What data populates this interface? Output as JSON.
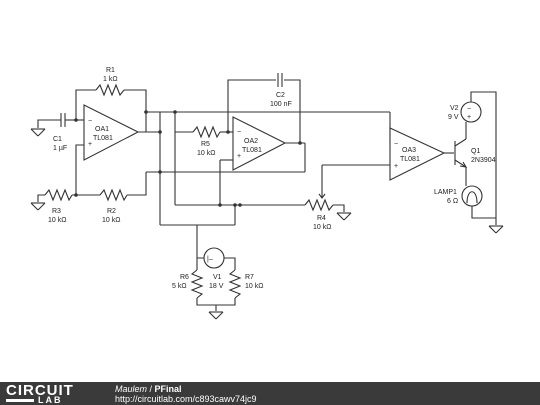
{
  "components": {
    "r1": {
      "name": "R1",
      "value": "1 kΩ"
    },
    "oa1": {
      "name": "OA1",
      "model": "TL081"
    },
    "c1": {
      "name": "C1",
      "value": "1 µF"
    },
    "r3": {
      "name": "R3",
      "value": "10 kΩ"
    },
    "r2": {
      "name": "R2",
      "value": "10 kΩ"
    },
    "r5": {
      "name": "R5",
      "value": "10 kΩ"
    },
    "oa2": {
      "name": "OA2",
      "model": "TL081"
    },
    "c2": {
      "name": "C2",
      "value": "100 nF"
    },
    "oa3": {
      "name": "OA3",
      "model": "TL081"
    },
    "r4": {
      "name": "R4",
      "value": "10 kΩ"
    },
    "v2": {
      "name": "V2",
      "value": "9 V"
    },
    "q1": {
      "name": "Q1",
      "model": "2N3904"
    },
    "lamp1": {
      "name": "LAMP1",
      "value": "6 Ω"
    },
    "v1": {
      "name": "V1",
      "value": "18 V"
    },
    "r6": {
      "name": "R6",
      "value": "5 kΩ"
    },
    "r7": {
      "name": "R7",
      "value": "10 kΩ"
    }
  },
  "symbols": {
    "minus": "−",
    "plus": "+",
    "source": "|‒"
  },
  "footer": {
    "logo_top": "CIRCUIT",
    "logo_bottom": "LAB",
    "author": "Maulem",
    "separator": " / ",
    "project": "PFinal",
    "url": "http://circuitlab.com/c893cawv74jc9"
  }
}
